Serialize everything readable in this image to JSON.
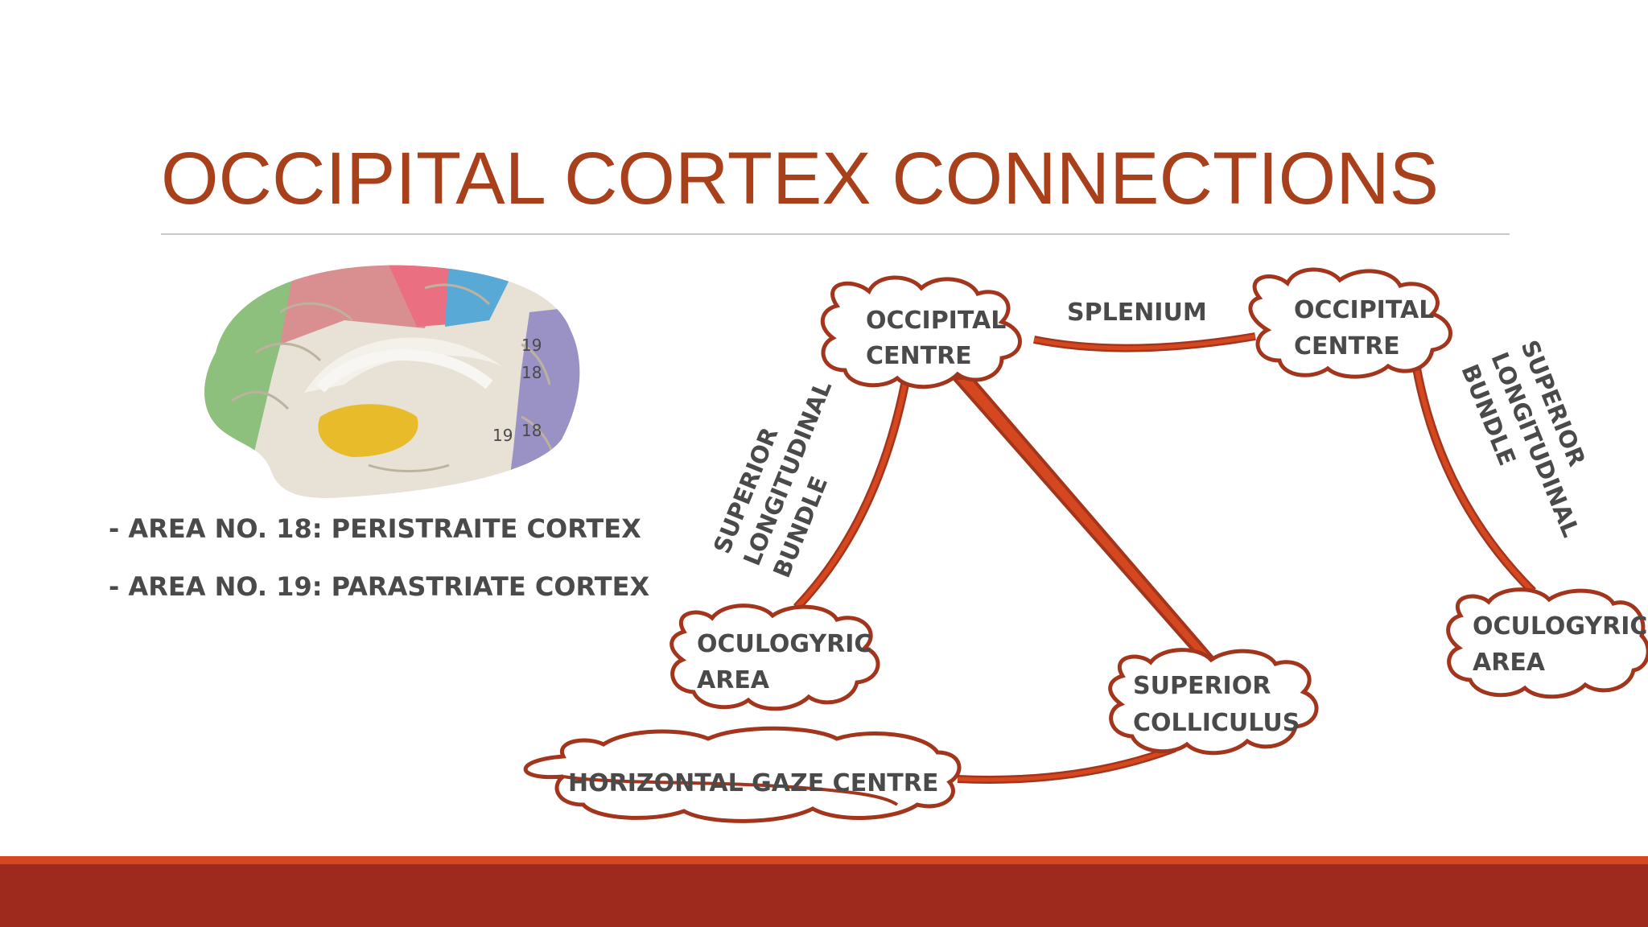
{
  "slide": {
    "title": "OCCIPITAL CORTEX CONNECTIONS",
    "bullets": [
      "- AREA NO. 18: PERISTRAITE CORTEX",
      "- AREA NO. 19: PARASTRIATE CORTEX"
    ]
  },
  "brain_figure": {
    "area_labels": [
      "19",
      "18",
      "19",
      "18"
    ]
  },
  "diagram": {
    "nodes": {
      "occipital_centre_left": [
        "OCCIPITAL",
        "CENTRE"
      ],
      "occipital_centre_right": [
        "OCCIPITAL",
        "CENTRE"
      ],
      "oculogyric_area_left": [
        "OCULOGYRIC",
        "AREA"
      ],
      "oculogyric_area_right": [
        "OCULOGYRIC",
        "AREA"
      ],
      "superior_colliculus": [
        "SUPERIOR",
        "COLLICULUS"
      ],
      "horizontal_gaze_centre": "HORIZONTAL GAZE CENTRE"
    },
    "edge_labels": {
      "splenium": "SPLENIUM",
      "slb_left": [
        "SUPERIOR",
        "LONGITUDINAL",
        "BUNDLE"
      ],
      "slb_right": [
        "SUPERIOR",
        "LONGITUDINAL",
        "BUNDLE"
      ]
    }
  },
  "colors": {
    "title": "#a9401c",
    "connector": "#d4471f",
    "cloud_outline": "#a3351c",
    "bottom_bar": "#9e2a1e",
    "bottom_line": "#d4471f"
  }
}
